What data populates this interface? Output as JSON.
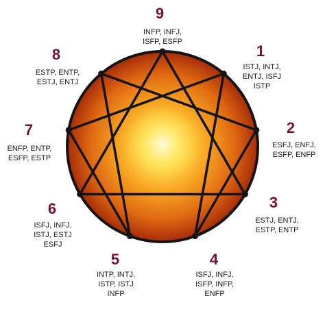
{
  "diagram": {
    "number_color": "#7a1030",
    "circle": {
      "fill_inner": "#ffe45a",
      "fill_mid": "#f59a1c",
      "fill_outer": "#b8320a",
      "stroke": "#141414"
    },
    "points": [
      {
        "number": "9",
        "types": [
          "INFP, INFJ,",
          "ISFP, ESFP"
        ]
      },
      {
        "number": "1",
        "types": [
          "ISTJ, INTJ,",
          "ENTJ, ISFJ",
          "ISTP"
        ]
      },
      {
        "number": "2",
        "types": [
          "ESFJ, ENFJ,",
          "ESFP, ENFP"
        ]
      },
      {
        "number": "3",
        "types": [
          "ESTJ, ENTJ,",
          "ESTP, ENTP"
        ]
      },
      {
        "number": "4",
        "types": [
          "ISFJ, INFJ,",
          "ISFP, INFP,",
          "ENFP"
        ]
      },
      {
        "number": "5",
        "types": [
          "INTP, INTJ,",
          "ISTP, ISTJ",
          "INFP"
        ]
      },
      {
        "number": "6",
        "types": [
          "ISFJ, INFJ,",
          "ISTJ, ESTJ",
          "ESFJ"
        ]
      },
      {
        "number": "7",
        "types": [
          "ENFP, ENTP,",
          "ESFP, ESTP"
        ]
      },
      {
        "number": "8",
        "types": [
          "ESTP, ENTP,",
          "ESTJ, ENTJ"
        ]
      }
    ]
  }
}
